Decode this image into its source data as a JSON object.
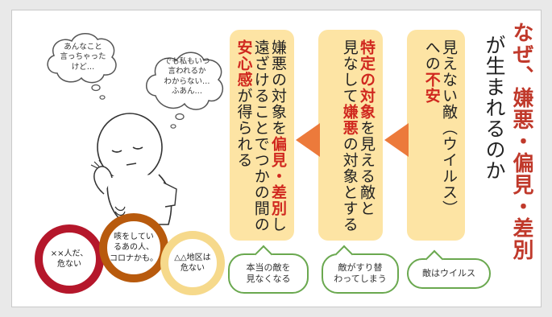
{
  "title": {
    "main": "なぜ、嫌悪・偏見・差別",
    "sub": "が生まれるのか"
  },
  "cards": [
    {
      "id": "card-1",
      "segments": [
        {
          "text": "見えない敵（ウイルス）",
          "highlight": false
        },
        {
          "text": "への",
          "highlight": false
        },
        {
          "text": "不安",
          "highlight": true
        }
      ],
      "caption": "敵はウイルス"
    },
    {
      "id": "card-2",
      "segments": [
        {
          "text": "特定の対象",
          "highlight": true
        },
        {
          "text": "を見える敵と",
          "highlight": false
        },
        {
          "text": "見なして",
          "highlight": false
        },
        {
          "text": "嫌悪",
          "highlight": true
        },
        {
          "text": "の対象とする",
          "highlight": false
        }
      ],
      "caption_lines": [
        "敵がすり替",
        "わってしまう"
      ]
    },
    {
      "id": "card-3",
      "segments": [
        {
          "text": "嫌悪の対象を",
          "highlight": false
        },
        {
          "text": "偏見・差別",
          "highlight": true
        },
        {
          "text": "し",
          "highlight": false
        },
        {
          "text": "遠ざけることでつかの間の",
          "highlight": false
        },
        {
          "text": "安心感",
          "highlight": true
        },
        {
          "text": "が得られる",
          "highlight": false
        }
      ],
      "caption_lines": [
        "本当の敵を",
        "見なくなる"
      ]
    }
  ],
  "thoughts": {
    "left": [
      "あんなこと",
      "言っちゃった",
      "けど…"
    ],
    "right": [
      "でも私もいつ",
      "言われるか",
      "わからない…",
      "ふあん…"
    ]
  },
  "speech_circles": [
    {
      "lines": [
        "××人だ、",
        "危ない"
      ],
      "color": "#b5172b"
    },
    {
      "lines": [
        "咳をしてい",
        "るあの人、",
        "コロナかも。"
      ],
      "color": "#b85a0d"
    },
    {
      "lines": [
        "△△地区は",
        "危ない"
      ],
      "color": "#f6d98b"
    }
  ],
  "colors": {
    "accent_red": "#c0392b",
    "card_fill": "#fde4a4",
    "arrow": "#ec7a3b",
    "bubble_border": "#6aa84f"
  }
}
